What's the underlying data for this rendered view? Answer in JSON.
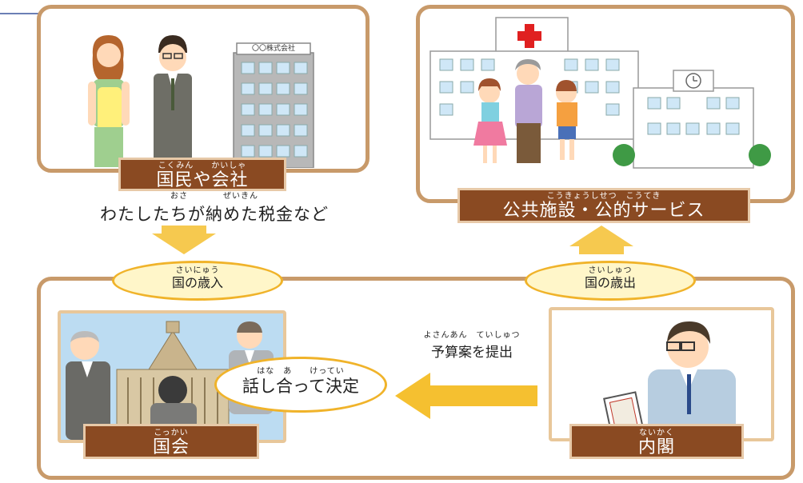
{
  "top_left": {
    "label": "国民や会社",
    "ruby": "こくみん　　かいしゃ",
    "building_sign": "〇〇株式会社",
    "caption": "わたしたちが納めた税金など",
    "caption_ruby": "おさ　　　　ぜいきん"
  },
  "top_right": {
    "label": "公共施設・公的サービス",
    "ruby": "こうきょうしせつ　こうてき"
  },
  "revenue": {
    "label": "国の歳入",
    "ruby": "さいにゅう"
  },
  "expenditure": {
    "label": "国の歳出",
    "ruby": "さいしゅつ"
  },
  "diet": {
    "label": "国会",
    "ruby": "こっかい"
  },
  "cabinet": {
    "label": "内閣",
    "ruby": "ないかく"
  },
  "discuss": {
    "label": "話し合って決定",
    "ruby": "はな　あ　　けってい"
  },
  "submit": {
    "label": "予算案を提出",
    "ruby": "よさんあん　ていしゅつ"
  },
  "colors": {
    "frame": "#c89a6a",
    "label_bg": "#8a4a22",
    "arrow": "#f5c030",
    "oval_fill": "#fff6c9"
  }
}
